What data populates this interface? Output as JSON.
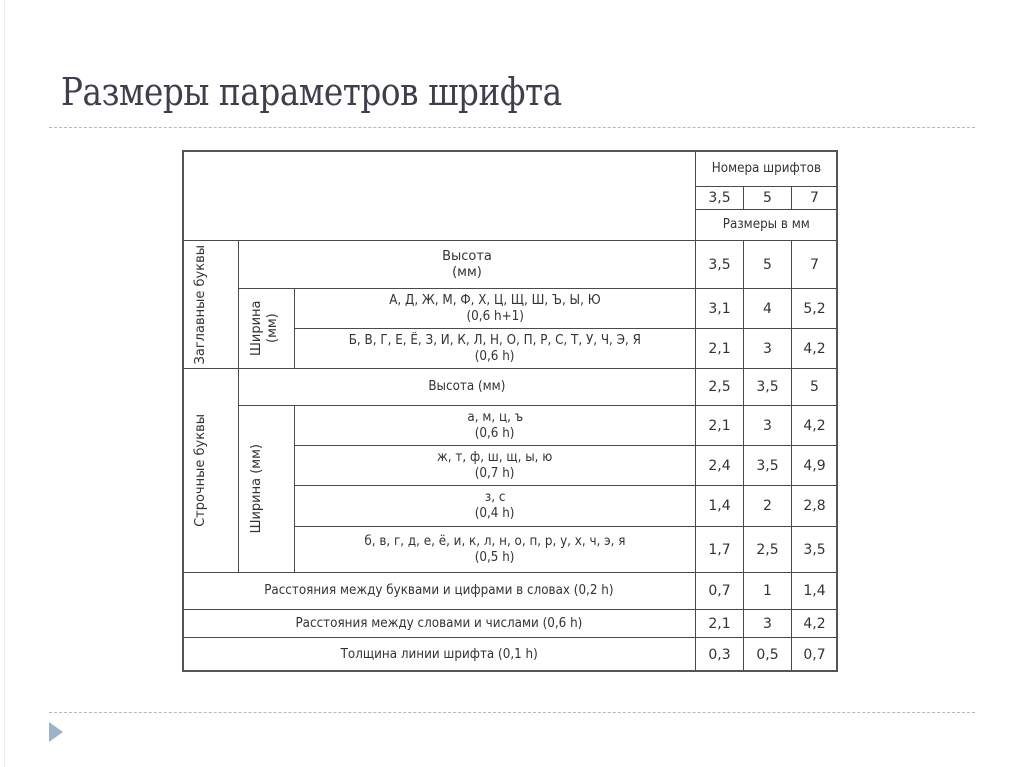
{
  "slide": {
    "title": "Размеры параметров шрифта"
  },
  "table": {
    "header": {
      "font_numbers_label": "Номера шрифтов",
      "font_numbers": [
        "3,5",
        "5",
        "7"
      ],
      "sizes_label": "Размеры в мм"
    },
    "uppercase": {
      "group_label": "Заглавные буквы",
      "height_label": "Высота (мм)",
      "height_values": [
        "3,5",
        "5",
        "7"
      ],
      "width_label": "Ширина (мм)",
      "width_rows": [
        {
          "letters": "А, Д, Ж, М, Ф, Х, Ц, Щ, Ш, Ъ, Ы, Ю",
          "formula": "(0,6 h+1)",
          "values": [
            "3,1",
            "4",
            "5,2"
          ]
        },
        {
          "letters": "Б, В, Г, Е, Ё, З, И, К, Л, Н, О, П, Р, С, Т, У, Ч, Э, Я",
          "formula": "(0,6 h)",
          "values": [
            "2,1",
            "3",
            "4,2"
          ]
        }
      ]
    },
    "lowercase": {
      "group_label": "Строчные буквы",
      "height_label": "Высота (мм)",
      "height_values": [
        "2,5",
        "3,5",
        "5"
      ],
      "width_label": "Ширина (мм)",
      "width_rows": [
        {
          "letters": "а, м, ц, ъ",
          "formula": "(0,6 h)",
          "values": [
            "2,1",
            "3",
            "4,2"
          ]
        },
        {
          "letters": "ж, т, ф, ш, щ, ы, ю",
          "formula": "(0,7 h)",
          "values": [
            "2,4",
            "3,5",
            "4,9"
          ]
        },
        {
          "letters": "з, с",
          "formula": "(0,4 h)",
          "values": [
            "1,4",
            "2",
            "2,8"
          ]
        },
        {
          "letters": "б, в, г, д, е, ё, и, к, л, н, о, п, р, у, х, ч, э, я",
          "formula": "(0,5 h)",
          "values": [
            "1,7",
            "2,5",
            "3,5"
          ]
        }
      ]
    },
    "other_rows": [
      {
        "label": "Расстояния между буквами и цифрами в словах (0,2 h)",
        "values": [
          "0,7",
          "1",
          "1,4"
        ]
      },
      {
        "label": "Расстояния между словами и числами (0,6 h)",
        "values": [
          "2,1",
          "3",
          "4,2"
        ]
      },
      {
        "label": "Толщина линии шрифта (0,1 h)",
        "values": [
          "0,3",
          "0,5",
          "0,7"
        ]
      }
    ]
  }
}
